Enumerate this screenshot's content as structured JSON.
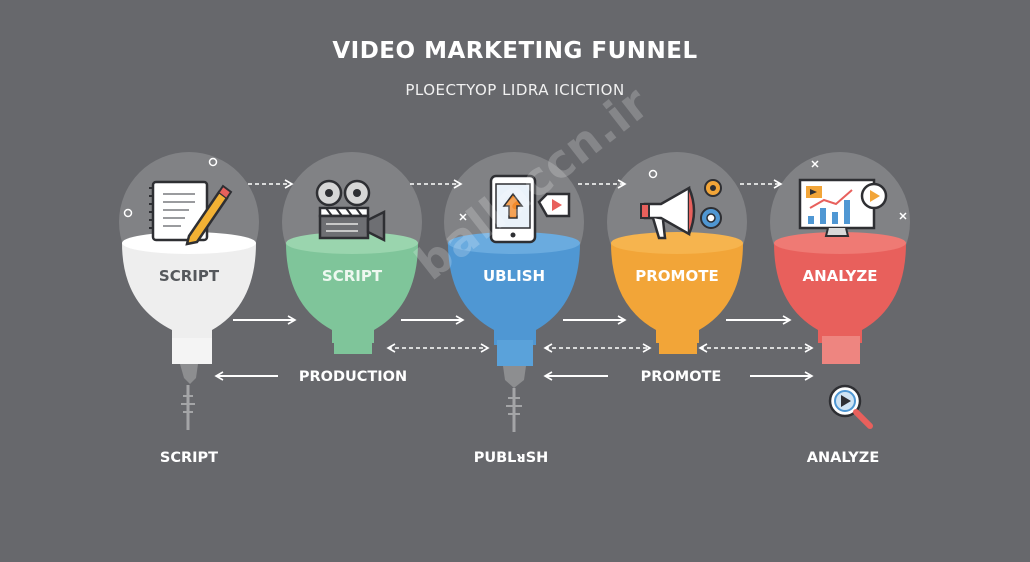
{
  "title": "VIDEO MARKETING FUNNEL",
  "subtitle": "PLOECTYOP LIDRA ICICTION",
  "funnels": [
    {
      "label": "SCRIPT",
      "color": "#eeeeee",
      "rim": "#ffffff",
      "text_color": "#55585c",
      "icon": "notepad-pencil-icon"
    },
    {
      "label": "SCRIPT",
      "color": "#7fc59a",
      "rim": "#9ad5ae",
      "text_color": "#eef8f0",
      "icon": "film-camera-icon"
    },
    {
      "label": "UBLISH",
      "color": "#4f97d3",
      "rim": "#6aabdf",
      "text_color": "#ffffff",
      "icon": "phone-upload-icon"
    },
    {
      "label": "PROMOTE",
      "color": "#f2a538",
      "rim": "#f6b44e",
      "text_color": "#ffffff",
      "icon": "megaphone-icon"
    },
    {
      "label": "ANALYZE",
      "color": "#e8605c",
      "rim": "#ef7a74",
      "text_color": "#ffffff",
      "icon": "monitor-chart-icon"
    }
  ],
  "flow_labels": {
    "production": "PRODUCTION",
    "promote": "PROMOTE"
  },
  "bottom_labels": {
    "script": "SCRIPT",
    "publish": "PUBLᴚSH",
    "analyze": "ANALYZE"
  },
  "watermark": "ballaccn.ir"
}
